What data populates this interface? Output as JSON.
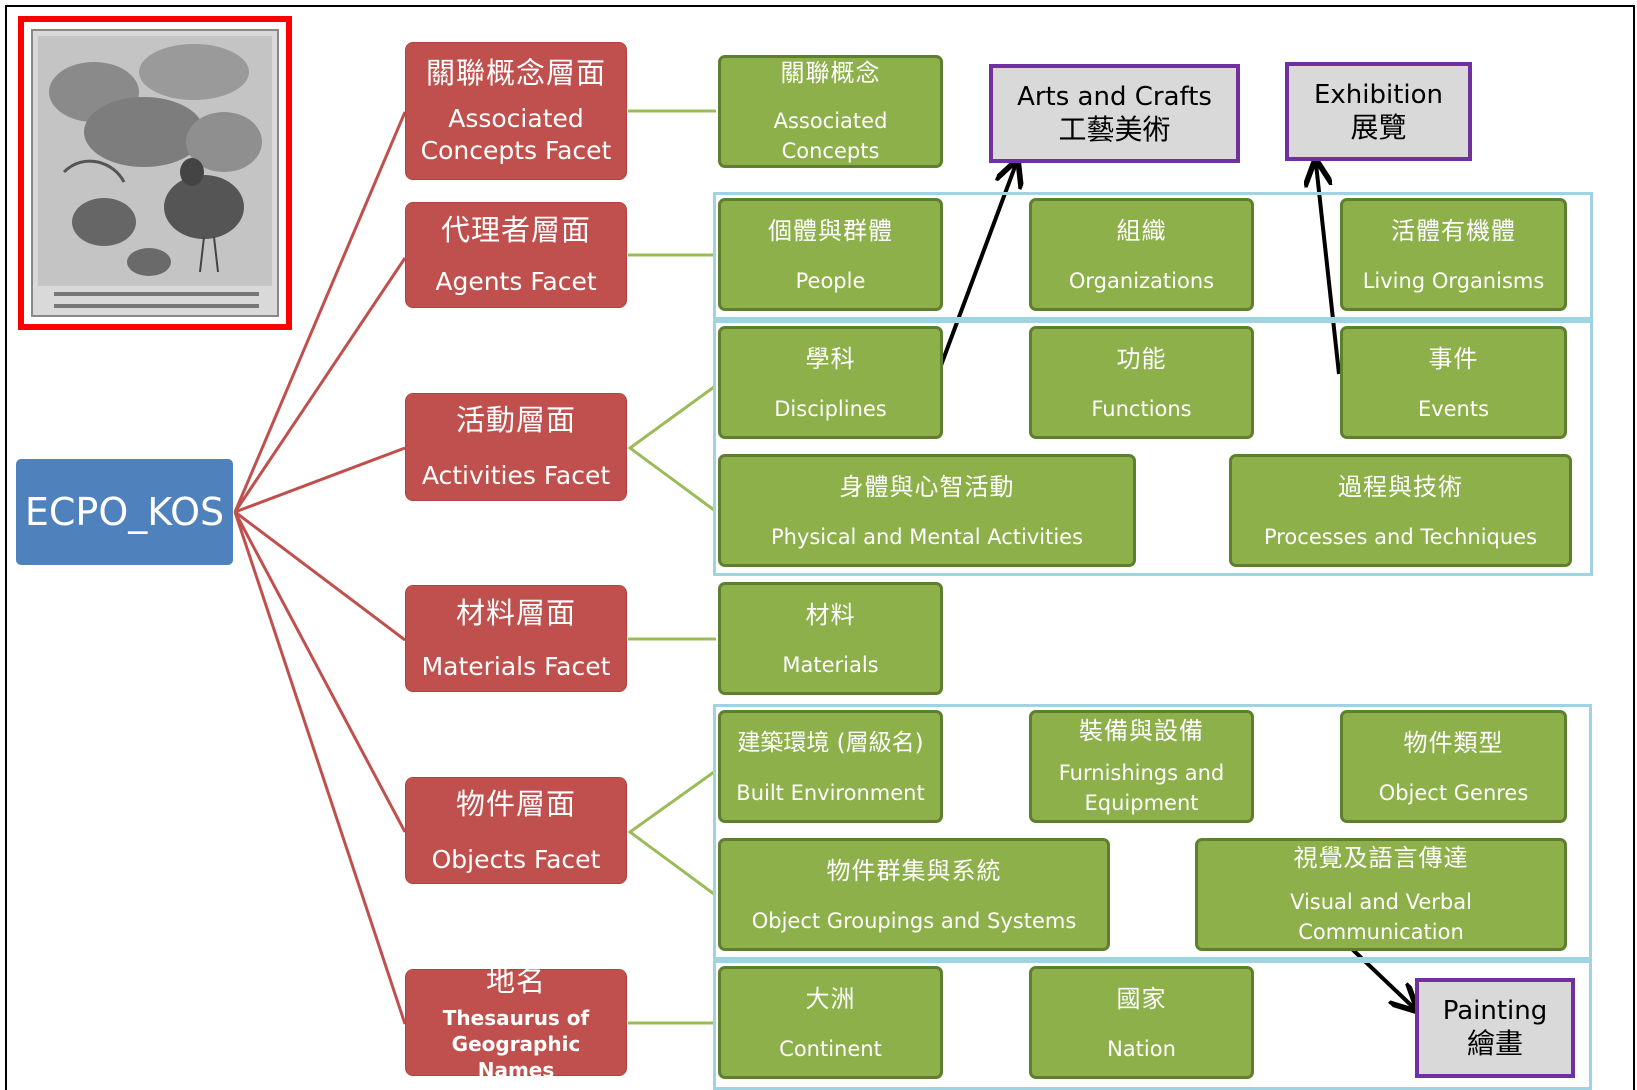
{
  "root": {
    "label": "ECPO_KOS"
  },
  "facets": [
    {
      "zh": "關聯概念層面",
      "en": "Associated Concepts Facet"
    },
    {
      "zh": "代理者層面",
      "en": "Agents Facet"
    },
    {
      "zh": "活動層面",
      "en": "Activities Facet"
    },
    {
      "zh": "材料層面",
      "en": "Materials Facet"
    },
    {
      "zh": "物件層面",
      "en": "Objects Facet"
    },
    {
      "zh": "地名",
      "en": "Thesaurus of Geographic Names"
    }
  ],
  "hierarchies": [
    {
      "zh": "關聯概念",
      "en": "Associated Concepts"
    },
    {
      "zh": "個體與群體",
      "en": "People"
    },
    {
      "zh": "組織",
      "en": "Organizations"
    },
    {
      "zh": "活體有機體",
      "en": "Living Organisms"
    },
    {
      "zh": "學科",
      "en": "Disciplines"
    },
    {
      "zh": "功能",
      "en": "Functions"
    },
    {
      "zh": "事件",
      "en": "Events"
    },
    {
      "zh": "身體與心智活動",
      "en": "Physical and Mental Activities"
    },
    {
      "zh": "過程與技術",
      "en": "Processes and Techniques"
    },
    {
      "zh": "材料",
      "en": "Materials"
    },
    {
      "zh": "建築環境 (層級名)",
      "en": "Built Environment"
    },
    {
      "zh": "裝備與設備",
      "en": "Furnishings and Equipment"
    },
    {
      "zh": "物件類型",
      "en": "Object Genres"
    },
    {
      "zh": "物件群集與系統",
      "en": "Object Groupings and Systems"
    },
    {
      "zh": "視覺及語言傳達",
      "en": "Visual and Verbal Communication"
    },
    {
      "zh": "大洲",
      "en": "Continent"
    },
    {
      "zh": "國家",
      "en": "Nation"
    }
  ],
  "examples": [
    {
      "en": "Arts and Crafts",
      "zh": "工藝美術"
    },
    {
      "en": "Exhibition",
      "zh": "展覽"
    },
    {
      "en": "Painting",
      "zh": "繪畫"
    }
  ],
  "colors": {
    "root": "#4f81bd",
    "facet": "#c0504d",
    "hierarchy": "#8db04b",
    "group_border": "#9fd3e4",
    "example_border": "#7030a0",
    "thumbnail_border": "#ff0000"
  }
}
